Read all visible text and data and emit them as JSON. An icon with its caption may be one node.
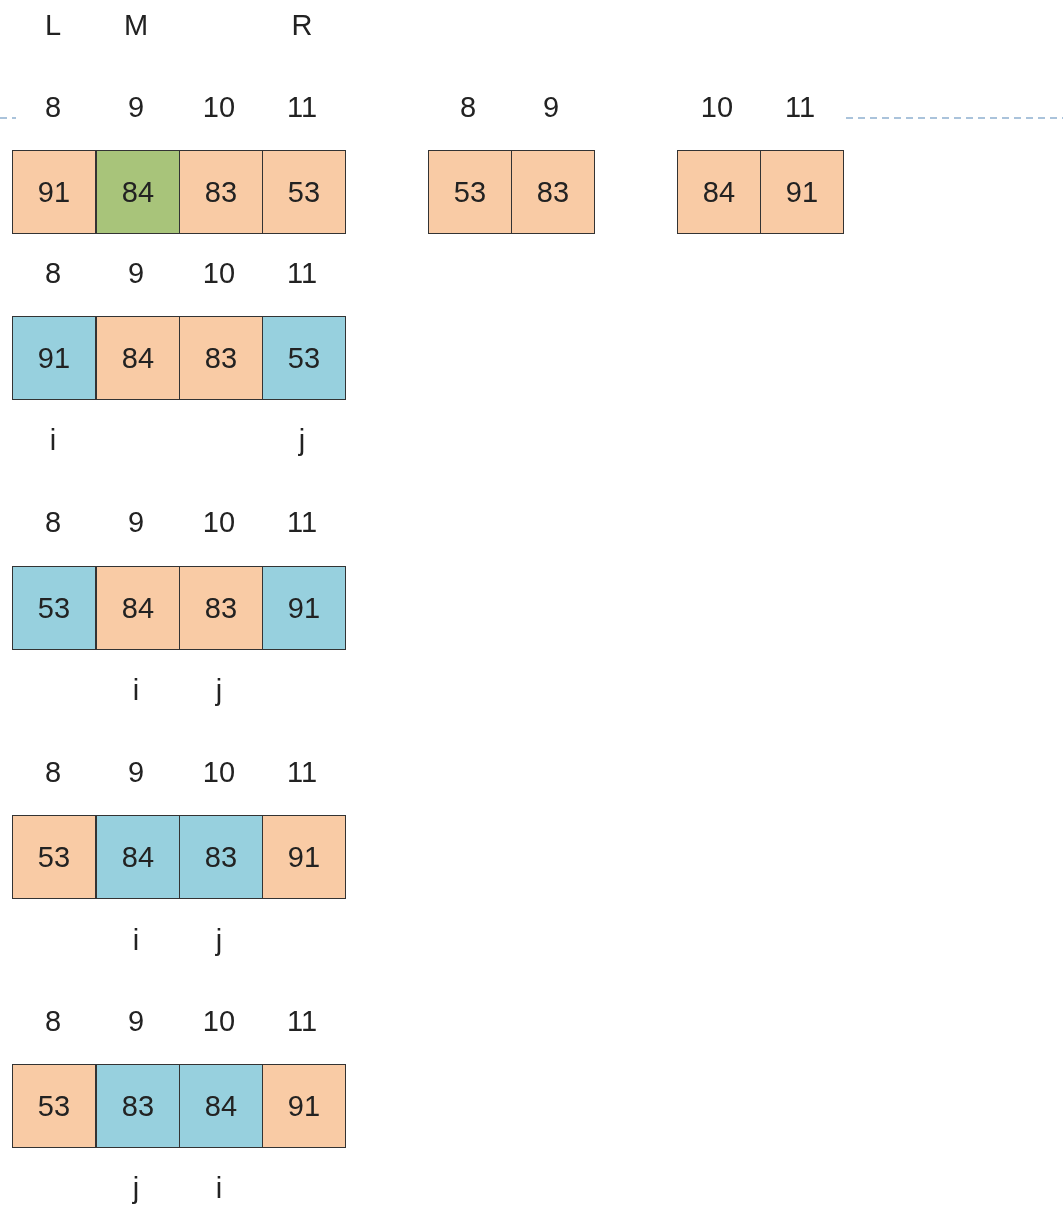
{
  "diagram": {
    "nodes": [
      {
        "text": [
          "91"
        ]
      },
      {
        "text": [
          "84"
        ]
      },
      {
        "text": [
          "83"
        ]
      },
      {
        "text": [
          "53"
        ]
      },
      {
        "text": [
          "53"
        ]
      },
      {
        "text": [
          "83"
        ]
      },
      {
        "text": [
          "84"
        ]
      },
      {
        "text": [
          "91"
        ]
      },
      {
        "text": [
          "91"
        ]
      },
      {
        "text": [
          "84"
        ]
      },
      {
        "text": [
          "83"
        ]
      },
      {
        "text": [
          "53"
        ]
      },
      {
        "text": [
          "53"
        ]
      },
      {
        "text": [
          "84"
        ]
      },
      {
        "text": [
          "83"
        ]
      },
      {
        "text": [
          "91"
        ]
      },
      {
        "text": [
          "53"
        ]
      },
      {
        "text": [
          "84"
        ]
      },
      {
        "text": [
          "83"
        ]
      },
      {
        "text": [
          "91"
        ]
      },
      {
        "text": [
          "53"
        ]
      },
      {
        "text": [
          "83"
        ]
      },
      {
        "text": [
          "84"
        ]
      },
      {
        "text": [
          "91"
        ]
      }
    ],
    "edges": [],
    "labels": [
      "L",
      "M",
      "R",
      "8",
      "9",
      "10",
      "11",
      "8",
      "9",
      "10",
      "11",
      "8",
      "9",
      "10",
      "11",
      "i",
      "j",
      "8",
      "9",
      "10",
      "11",
      "i",
      "j",
      "8",
      "9",
      "10",
      "11",
      "i",
      "j",
      "8",
      "9",
      "10",
      "11",
      "j",
      "i"
    ]
  }
}
